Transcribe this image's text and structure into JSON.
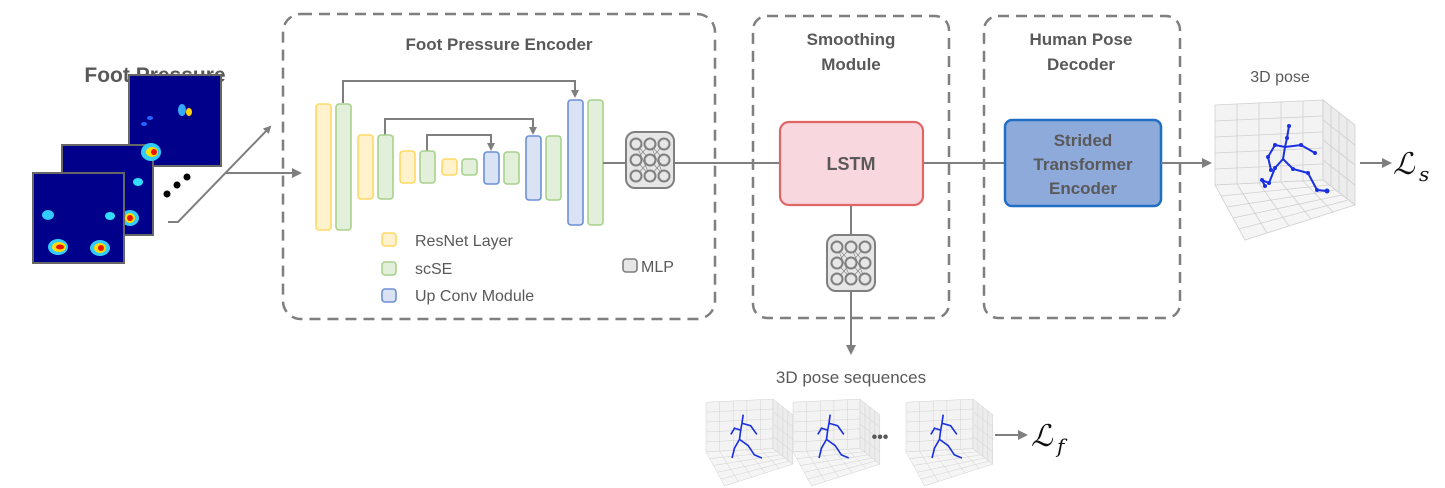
{
  "input": {
    "title": "Foot Pressure",
    "ellipsis": "•••",
    "frame_count_shown": 3
  },
  "encoder": {
    "title": "Foot Pressure Encoder",
    "legend": [
      {
        "label": "ResNet Layer",
        "fill": "#fff2cc",
        "stroke": "#ffd966"
      },
      {
        "label": "scSE",
        "fill": "#e2efda",
        "stroke": "#a9d18e"
      },
      {
        "label": "Up Conv Module",
        "fill": "#dae3f3",
        "stroke": "#6d8fd6"
      }
    ],
    "mlp_label": "MLP"
  },
  "smoothing": {
    "title_line1": "Smoothing",
    "title_line2": "Module",
    "lstm_label": "LSTM"
  },
  "decoder": {
    "title_line1": "Human Pose",
    "title_line2": "Decoder",
    "block_line1": "Strided",
    "block_line2": "Transformer",
    "block_line3": "Encoder"
  },
  "output": {
    "pose_label": "3D pose",
    "loss_single": "ℒ",
    "loss_single_sub": "s",
    "sequence_label": "3D pose sequences",
    "sequence_ellipsis": "•••",
    "loss_seq": "ℒ",
    "loss_seq_sub": "f"
  },
  "colors": {
    "dash_border": "#7f7f7f",
    "arrow": "#7f7f7f",
    "lstm_fill": "#f8d7de",
    "lstm_stroke": "#e06666",
    "transformer_fill": "#8eaadb",
    "transformer_stroke": "#1f6fc5",
    "mlp_fill": "#e7e6e6",
    "heatmap_bg": "#00008b",
    "skeleton": "#1a2fe0"
  }
}
